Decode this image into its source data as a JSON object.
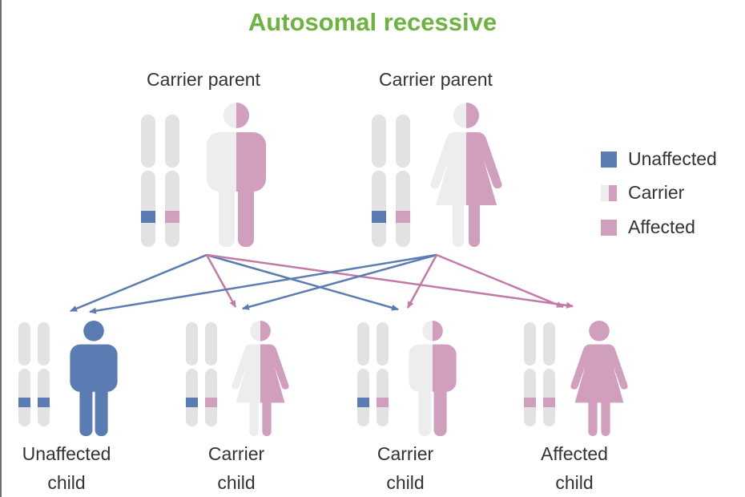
{
  "title": "Autosomal recessive",
  "parents": [
    {
      "label": "Carrier parent",
      "sex": "male",
      "status": "carrier",
      "alleles": [
        "unaffected",
        "affected"
      ]
    },
    {
      "label": "Carrier parent",
      "sex": "female",
      "status": "carrier",
      "alleles": [
        "unaffected",
        "affected"
      ]
    }
  ],
  "children": [
    {
      "line1": "Unaffected",
      "line2": "child",
      "sex": "male",
      "status": "unaffected",
      "alleles": [
        "unaffected",
        "unaffected"
      ]
    },
    {
      "line1": "Carrier",
      "line2": "child",
      "sex": "female",
      "status": "carrier",
      "alleles": [
        "unaffected",
        "affected"
      ]
    },
    {
      "line1": "Carrier",
      "line2": "child",
      "sex": "male",
      "status": "carrier",
      "alleles": [
        "unaffected",
        "affected"
      ]
    },
    {
      "line1": "Affected",
      "line2": "child",
      "sex": "female",
      "status": "affected",
      "alleles": [
        "affected",
        "affected"
      ]
    }
  ],
  "legend": [
    {
      "label": "Unaffected",
      "swatch": "unaffected"
    },
    {
      "label": "Carrier",
      "swatch": "carrier"
    },
    {
      "label": "Affected",
      "swatch": "affected"
    }
  ],
  "colors": {
    "title": "#6db33f",
    "unaffected": "#5b7bb3",
    "affected": "#d19fbd",
    "neutral": "#ededed",
    "chromosome": "#e2e2e2",
    "arrow_unaffected": "#5b7bb3",
    "arrow_affected": "#c47aa8"
  }
}
